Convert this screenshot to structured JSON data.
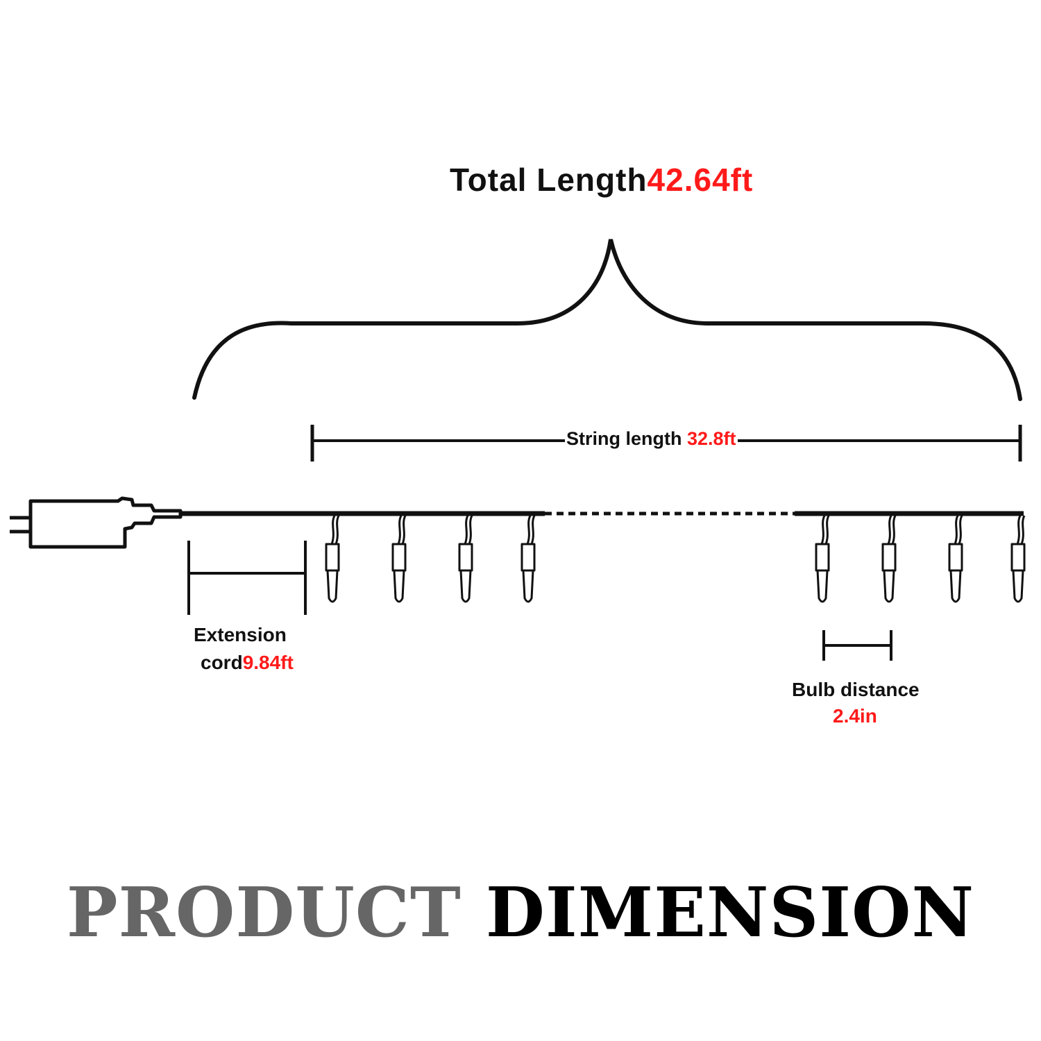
{
  "total": {
    "label": "Total Length",
    "value": "42.64ft"
  },
  "string": {
    "label": "String length",
    "value": "32.8ft"
  },
  "extension": {
    "label": "Extension",
    "label_line2": "cord",
    "value": "9.84ft"
  },
  "bulb": {
    "label": "Bulb distance",
    "value": "2.4in"
  },
  "title": {
    "word1": "PRODUCT",
    "word2": "DIMENSION"
  },
  "colors": {
    "accent_value": "#ff1a1a",
    "line": "#111111",
    "title_gray": "#666666",
    "title_black": "#000000"
  },
  "icons": [
    "plug-icon",
    "bulb-icon"
  ]
}
